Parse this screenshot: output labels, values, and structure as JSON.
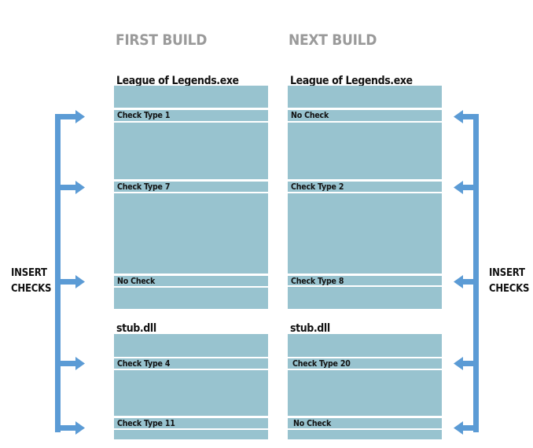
{
  "headers": {
    "first_build": "FIRST BUILD",
    "next_build": "NEXT BUILD"
  },
  "first_build": {
    "exe_label": "League of Legends.exe",
    "dll_label": "stub.dll",
    "checks": [
      "Check Type 1",
      "Check Type 7",
      "No Check",
      "Check Type 4",
      "Check Type 11"
    ]
  },
  "next_build": {
    "exe_label": "League of Legends.exe",
    "dll_label": "stub.dll",
    "checks": [
      "No Check",
      "Check Type 2",
      "Check Type 8",
      "Check Type 20",
      "No Check"
    ]
  },
  "insert_label": {
    "line1": "INSERT",
    "line2": "CHECKS"
  },
  "colors": {
    "block_fill": "#98c3cf",
    "arrow": "#5b9bd5",
    "header_text": "#9a9a9a"
  }
}
